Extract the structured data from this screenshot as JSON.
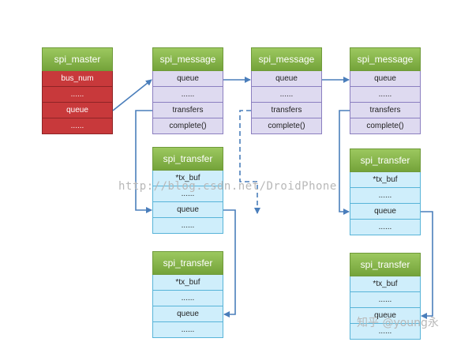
{
  "master": {
    "title": "spi_master",
    "rows": [
      "bus_num",
      "......",
      "queue",
      "......"
    ]
  },
  "messages": [
    {
      "title": "spi_message",
      "rows": [
        "queue",
        "......",
        "transfers",
        "complete()"
      ]
    },
    {
      "title": "spi_message",
      "rows": [
        "queue",
        "......",
        "transfers",
        "complete()"
      ]
    },
    {
      "title": "spi_message",
      "rows": [
        "queue",
        "......",
        "transfers",
        "complete()"
      ]
    }
  ],
  "transfers": [
    {
      "title": "spi_transfer",
      "rows": [
        "*tx_buf",
        "......",
        "queue",
        "......"
      ]
    },
    {
      "title": "spi_transfer",
      "rows": [
        "*tx_buf",
        "......",
        "queue",
        "......"
      ]
    },
    {
      "title": "spi_transfer",
      "rows": [
        "*tx_buf",
        "......",
        "queue",
        "......"
      ]
    },
    {
      "title": "spi_transfer",
      "rows": [
        "*tx_buf",
        "......",
        "queue",
        "......"
      ]
    }
  ],
  "watermarks": {
    "url": "http://blog.csdn.net/DroidPhone",
    "credit": "知乎 @young永"
  },
  "colors": {
    "header_green": "#8bbd4d",
    "master_red": "#c8393b",
    "message_lilac": "#dedaf0",
    "transfer_cyan": "#cfeefb",
    "arrow_blue": "#4a7ebb"
  }
}
